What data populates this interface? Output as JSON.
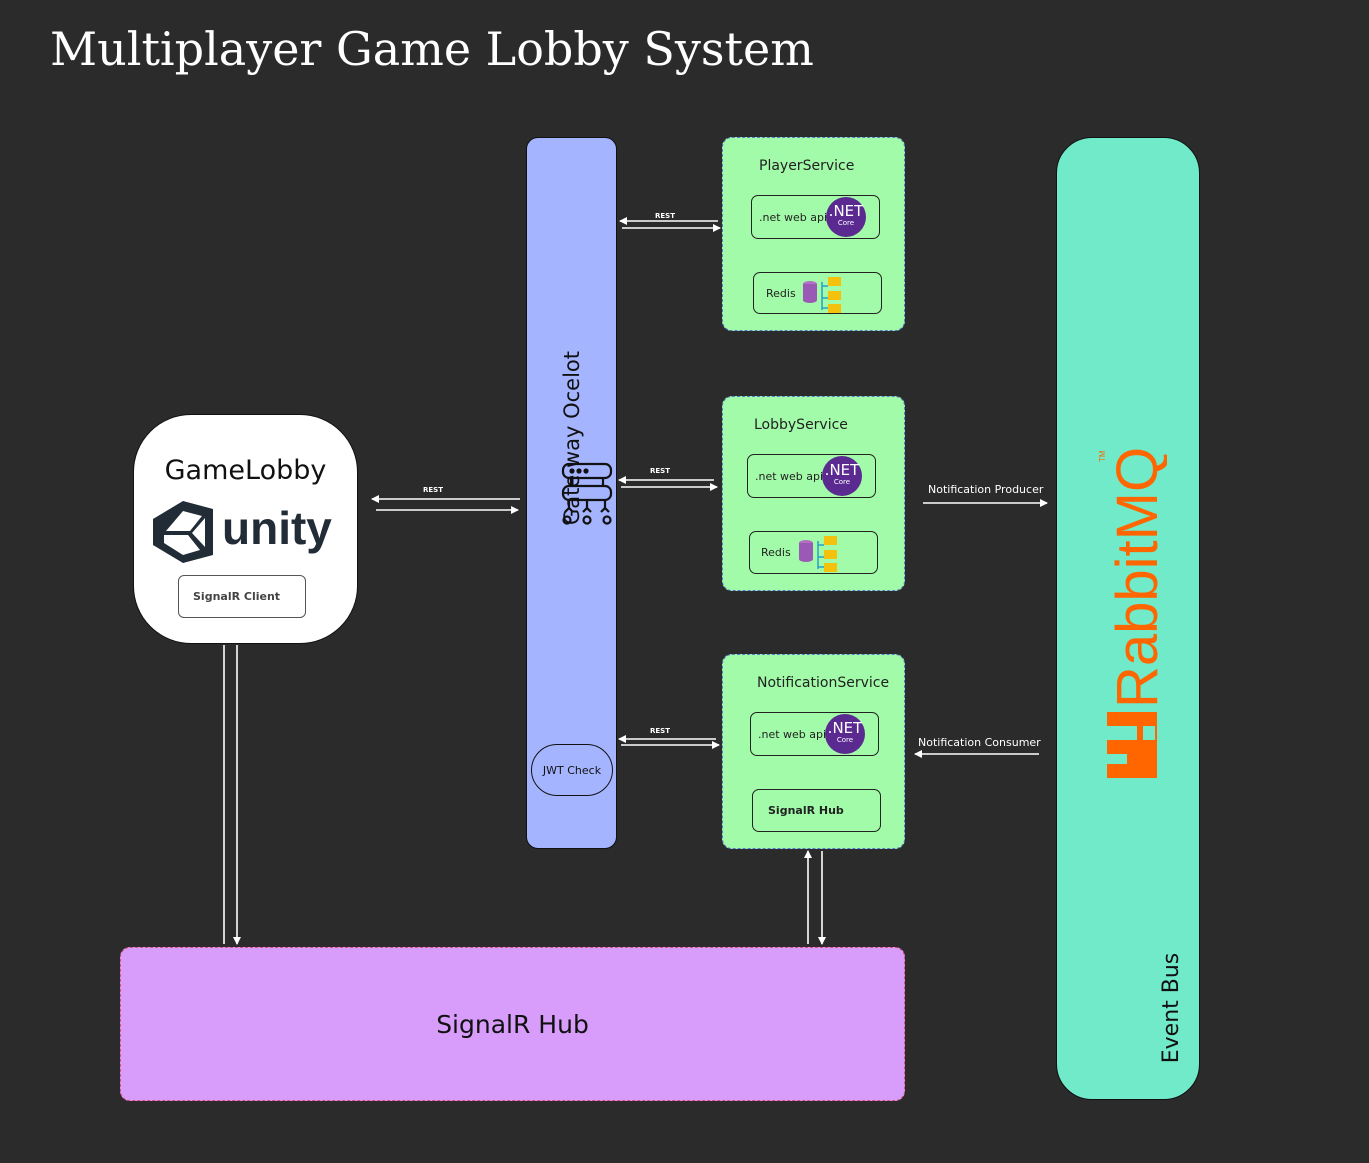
{
  "title": "Multiplayer Game Lobby System",
  "game_lobby": {
    "label": "GameLobby",
    "logo_text": "unity",
    "signalr_client": "SignalR Client"
  },
  "gateway": {
    "label": "Gate way Ocelot",
    "jwt_check": "JWT Check"
  },
  "services": {
    "player": {
      "title": "PlayerService",
      "api": ".net web api",
      "store": "Redis"
    },
    "lobby": {
      "title": "LobbyService",
      "api": ".net web api",
      "store": "Redis"
    },
    "notification": {
      "title": "NotificationService",
      "api": ".net web api",
      "hub": "SignalR Hub"
    }
  },
  "net_logo": {
    "big": ".NET",
    "small": "Core"
  },
  "event_bus": {
    "label": "Event Bus",
    "logo_text": "RabbitMQ",
    "tm": "TM"
  },
  "signalr_hub": {
    "label": "SignalR Hub"
  },
  "connections": {
    "client_gateway": "REST",
    "gateway_player": "REST",
    "gateway_lobby": "REST",
    "gateway_notification": "REST",
    "notification_producer": "Notification Producer",
    "notification_consumer": "Notification Consumer"
  },
  "colors": {
    "background": "#2b2b2b",
    "gateway": "#a5b4ff",
    "service": "#a2fba8",
    "event_bus": "#70eac9",
    "signalr_hub": "#d89dfb",
    "rabbitmq_orange": "#ff6600",
    "dotnet_purple": "#5b2a90",
    "redis_folder": "#f4c20d"
  }
}
